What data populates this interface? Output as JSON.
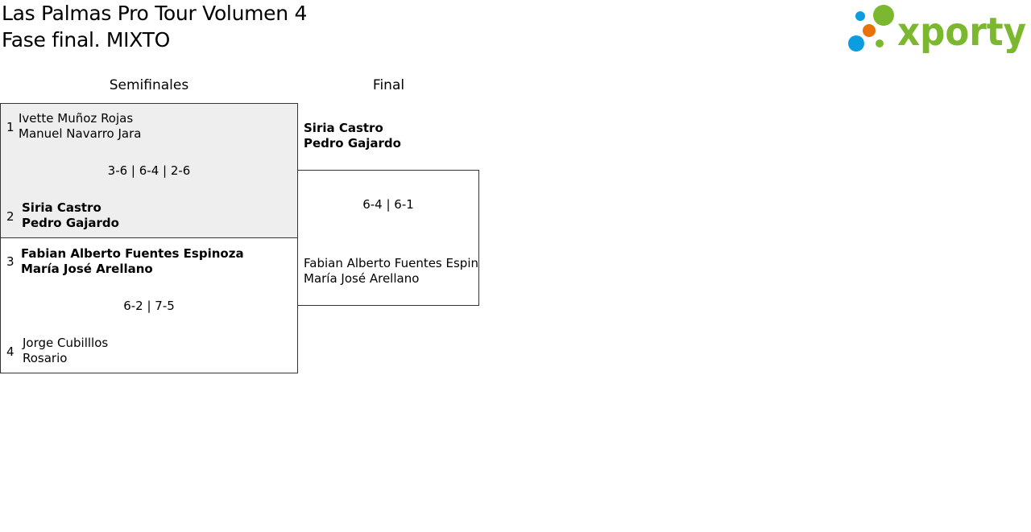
{
  "header": {
    "title_line1": "Las Palmas Pro Tour Volumen 4",
    "title_line2": "Fase final. MIXTO"
  },
  "logo": {
    "text": "xporty",
    "colors": {
      "green": "#7cb82f",
      "blue": "#0a9de0",
      "orange": "#e8730d"
    }
  },
  "rounds": {
    "semifinals": "Semifinales",
    "final": "Final"
  },
  "semifinals": [
    {
      "score": "3-6 | 6-4 | 2-6",
      "team_a": {
        "seed": "1",
        "player1": "Ivette Muñoz Rojas",
        "player2": "Manuel Navarro Jara",
        "winner": false
      },
      "team_b": {
        "seed": "2",
        "player1": "Siria Castro",
        "player2": "Pedro Gajardo",
        "winner": true
      }
    },
    {
      "score": "6-2 | 7-5",
      "team_a": {
        "seed": "3",
        "player1": "Fabian Alberto Fuentes Espinoza",
        "player2": "María José Arellano",
        "winner": true
      },
      "team_b": {
        "seed": "4",
        "player1": "Jorge Cubilllos",
        "player2": "Rosario",
        "winner": false
      }
    }
  ],
  "final": {
    "score": "6-4 | 6-1",
    "team_a": {
      "player1": "Siria Castro",
      "player2": "Pedro Gajardo",
      "winner": true
    },
    "team_b": {
      "player1": "Fabian Alberto Fuentes Espinoza",
      "player2": "María José Arellano",
      "winner": false
    }
  }
}
